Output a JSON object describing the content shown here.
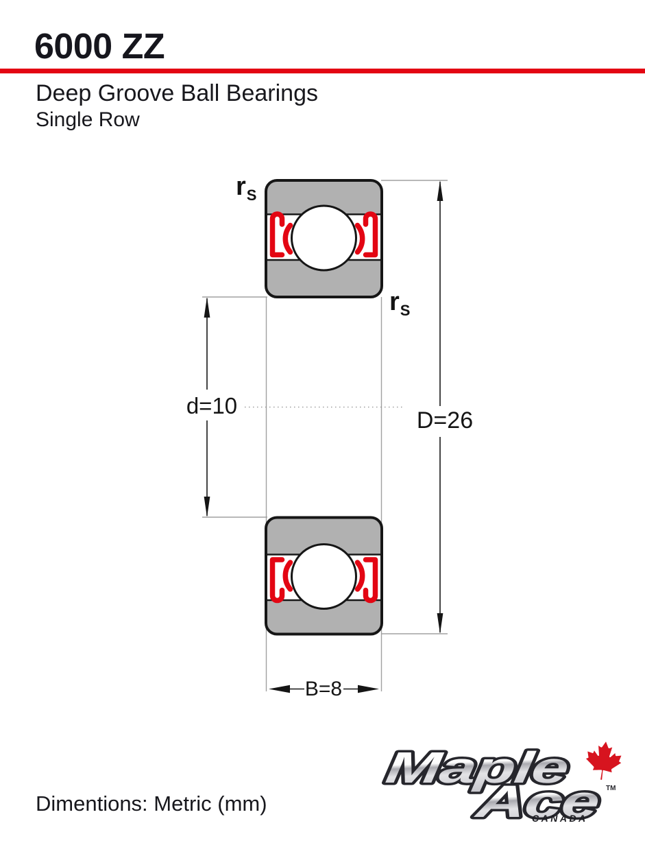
{
  "header": {
    "title": "6000 ZZ",
    "subtitle": "Deep Groove Ball Bearings",
    "variant": "Single Row"
  },
  "diagram": {
    "labels": {
      "rs_top": {
        "base": "r",
        "sub": "S"
      },
      "rs_bottom": {
        "base": "r",
        "sub": "S"
      },
      "bore_diameter": "d=10",
      "outer_diameter": "D=26",
      "width": "B=8"
    }
  },
  "footer": {
    "dimensions_note": "Dimentions: Metric (mm)"
  },
  "logo": {
    "word_top": "Maple",
    "word_bottom": "Ace",
    "trademark": "TM",
    "country": "CANADA"
  },
  "colors": {
    "accent_red": "#e30613",
    "leaf_red": "#d7141f",
    "bearing_gray": "#b1b1b1",
    "line_gray": "#a0a0a0",
    "ink": "#131313"
  }
}
